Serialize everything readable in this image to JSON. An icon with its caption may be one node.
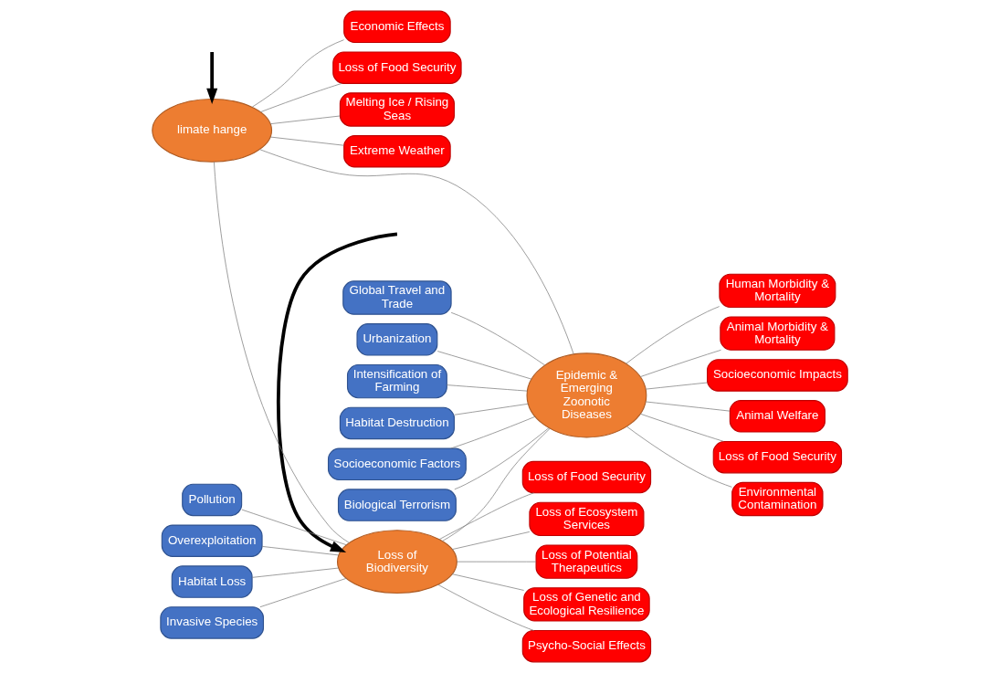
{
  "diagram": {
    "nodes": [
      {
        "text": [
          "Loss of Biodiversity"
        ]
      },
      {
        "text": [
          "Habitat Loss"
        ]
      },
      {
        "text": [
          "Invasive Species"
        ]
      },
      {
        "text": [
          "Pollution"
        ]
      },
      {
        "text": [
          "Overexploitation"
        ]
      },
      {
        "text": [
          "Loss of Ecosystem Services"
        ]
      },
      {
        "text": [
          "Loss of Potential Therapeutics"
        ]
      },
      {
        "text": [
          "Loss of Genetic and Ecological Resilience"
        ]
      },
      {
        "text": [
          "Psycho-Social Effects"
        ]
      },
      {
        "text": [
          "Loss of Food Security"
        ]
      },
      {
        "text": [
          "limate hange"
        ]
      },
      {
        "text": [
          "Melting Ice / Rising Seas"
        ]
      },
      {
        "text": [
          "Extreme Weather"
        ]
      },
      {
        "text": [
          "Economic Effects"
        ]
      },
      {
        "text": [
          "Loss of Food Security"
        ]
      },
      {
        "text": [
          "Epidemic & Emerging Zoonotic Diseases"
        ]
      },
      {
        "text": [
          "Global Travel and Trade"
        ]
      },
      {
        "text": [
          "Urbanization"
        ]
      },
      {
        "text": [
          "Intensification of Farming"
        ]
      },
      {
        "text": [
          "Habitat Destruction"
        ]
      },
      {
        "text": [
          "Socioeconomic Factors"
        ]
      },
      {
        "text": [
          "Biological Terrorism"
        ]
      },
      {
        "text": [
          "Human Morbidity & Mortality"
        ]
      },
      {
        "text": [
          "Animal Morbidity & Mortality"
        ]
      },
      {
        "text": [
          "Socioeconomic Impacts"
        ]
      },
      {
        "text": [
          "Animal Welfare"
        ]
      },
      {
        "text": [
          "Loss of Food Security"
        ]
      },
      {
        "text": [
          "Environmental Contamination"
        ]
      }
    ],
    "edges": [
      {
        "from": 1,
        "to": 0,
        "arrow": "none"
      },
      {
        "from": 2,
        "to": 0,
        "arrow": "none"
      },
      {
        "from": 3,
        "to": 0,
        "arrow": "none"
      },
      {
        "from": 4,
        "to": 0,
        "arrow": "none"
      },
      {
        "from": 0,
        "to": 5,
        "arrow": "none"
      },
      {
        "from": 0,
        "to": 6,
        "arrow": "none"
      },
      {
        "from": 0,
        "to": 7,
        "arrow": "none"
      },
      {
        "from": 0,
        "to": 8,
        "arrow": "none"
      },
      {
        "from": 0,
        "to": 9,
        "arrow": "none"
      },
      {
        "from": 10,
        "to": 0,
        "arrow": "none"
      },
      {
        "from": 10,
        "to": 11,
        "arrow": "none"
      },
      {
        "from": 10,
        "to": 12,
        "arrow": "none"
      },
      {
        "from": 10,
        "to": 13,
        "arrow": "none"
      },
      {
        "from": 10,
        "to": 14,
        "arrow": "none"
      },
      {
        "from": 10,
        "to": 15,
        "arrow": "none"
      },
      {
        "from": 0,
        "to": 15,
        "arrow": "none"
      },
      {
        "from": 16,
        "to": 15,
        "arrow": "none"
      },
      {
        "from": 17,
        "to": 15,
        "arrow": "none"
      },
      {
        "from": 18,
        "to": 15,
        "arrow": "none"
      },
      {
        "from": 19,
        "to": 15,
        "arrow": "none"
      },
      {
        "from": 20,
        "to": 15,
        "arrow": "none"
      },
      {
        "from": 21,
        "to": 15,
        "arrow": "none"
      },
      {
        "from": 15,
        "to": 22,
        "arrow": "none"
      },
      {
        "from": 15,
        "to": 23,
        "arrow": "none"
      },
      {
        "from": 15,
        "to": 24,
        "arrow": "none"
      },
      {
        "from": 15,
        "to": 25,
        "arrow": "none"
      },
      {
        "from": 15,
        "to": 26,
        "arrow": "none"
      },
      {
        "from": 15,
        "to": 27,
        "arrow": "none"
      },
      {
        "from": null,
        "to": 0,
        "arrow": "to",
        "style": "thick",
        "color": "#000000"
      },
      {
        "from": null,
        "to": 10,
        "arrow": "to",
        "style": "thick",
        "color": "#000000"
      }
    ]
  }
}
